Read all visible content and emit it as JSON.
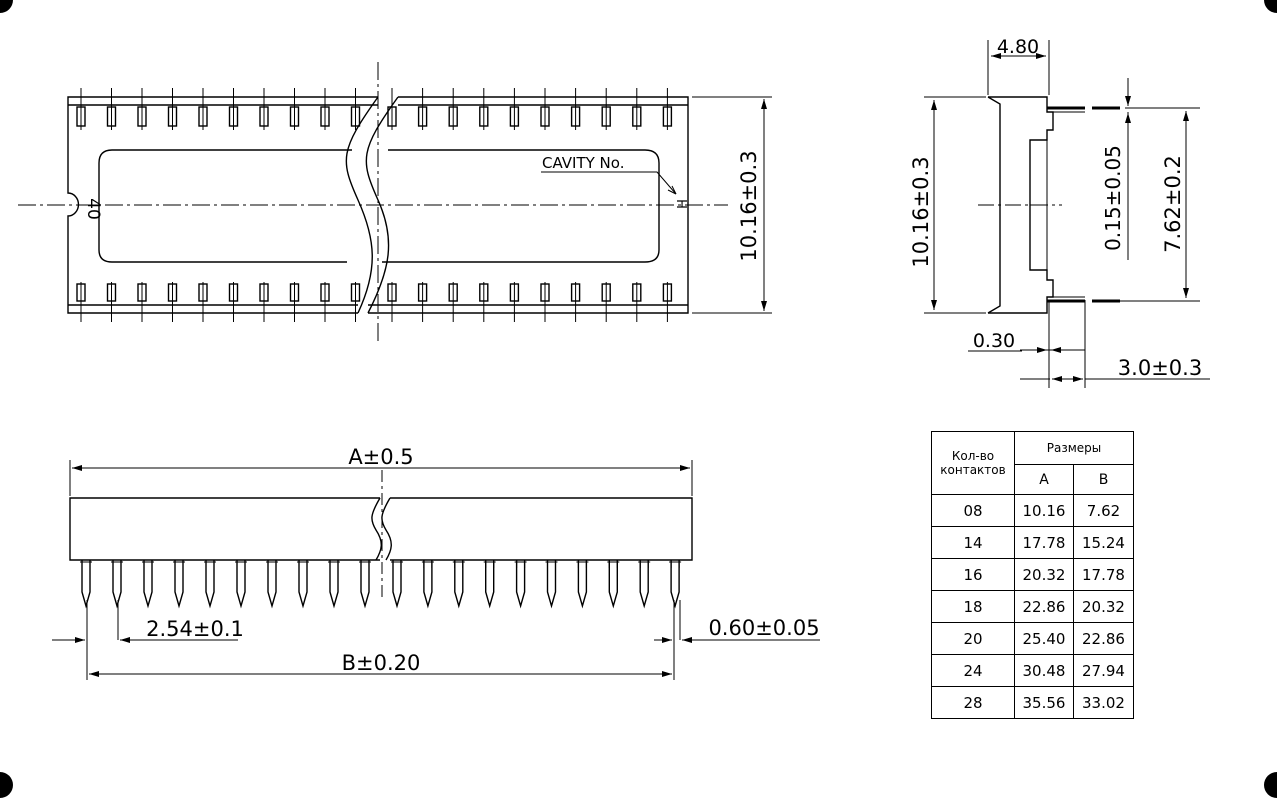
{
  "top_view": {
    "pin_label": "40",
    "cavity_label": "CAVITY  No.",
    "cavity_marker": "H",
    "height_dim": "10.16±0.3"
  },
  "side_view": {
    "width_dim": "4.80",
    "height_dim": "10.16±0.3",
    "gap_dim": "0.15±0.05",
    "pitch_dim": "7.62±0.2",
    "lead_dim": "0.30",
    "lead_len_dim": "3.0±0.3"
  },
  "front_view": {
    "length_dim": "A±0.5",
    "pitch_dim": "2.54±0.1",
    "pin_width_dim": "0.60±0.05",
    "span_dim": "B±0.20"
  },
  "table": {
    "col_count": "Кол-во\nконтактов",
    "col_sizes": "Размеры",
    "col_a": "A",
    "col_b": "B",
    "rows": [
      {
        "n": "08",
        "a": "10.16",
        "b": "7.62"
      },
      {
        "n": "14",
        "a": "17.78",
        "b": "15.24"
      },
      {
        "n": "16",
        "a": "20.32",
        "b": "17.78"
      },
      {
        "n": "18",
        "a": "22.86",
        "b": "20.32"
      },
      {
        "n": "20",
        "a": "25.40",
        "b": "22.86"
      },
      {
        "n": "24",
        "a": "30.48",
        "b": "27.94"
      },
      {
        "n": "28",
        "a": "35.56",
        "b": "33.02"
      }
    ]
  }
}
